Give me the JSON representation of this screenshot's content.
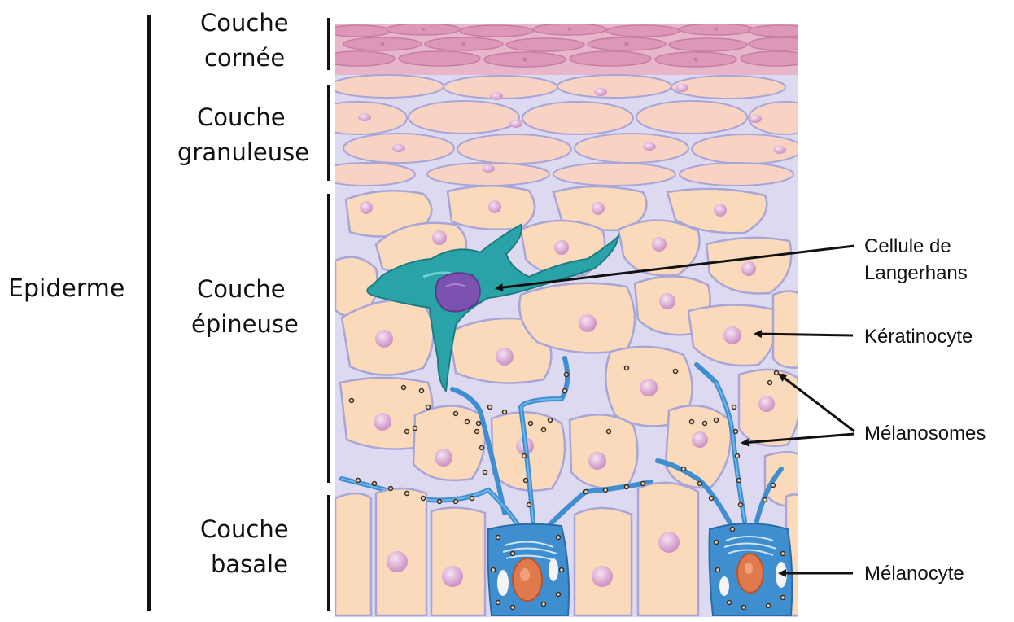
{
  "diagram": {
    "tissue": "Epiderme",
    "layers": [
      {
        "line1": "Couche",
        "line2": "cornée"
      },
      {
        "line1": "Couche",
        "line2": "granuleuse"
      },
      {
        "line1": "Couche",
        "line2": "épineuse"
      },
      {
        "line1": "Couche",
        "line2": "basale"
      }
    ],
    "callouts": {
      "langerhans": {
        "line1": "Cellule de",
        "line2": "Langerhans"
      },
      "keratinocyte": "Kératinocyte",
      "melanosomes": "Mélanosomes",
      "melanocyte": "Mélanocyte"
    }
  },
  "colors": {
    "cornee": "#e3a8c4",
    "granuleuse": "#f8d3c4",
    "keratinocyte": "#fbd9bb",
    "cell_outline": "#a8a6d6",
    "intercellular": "#dcd9f0",
    "nucleus": "#d9a3d0",
    "langerhans": "#2aa3a8",
    "langerhans_nucleus": "#7b52b0",
    "melanocyte": "#3e8ed0",
    "melanocyte_nucleus": "#e07a4c",
    "melanosome": "#3a2a22"
  }
}
